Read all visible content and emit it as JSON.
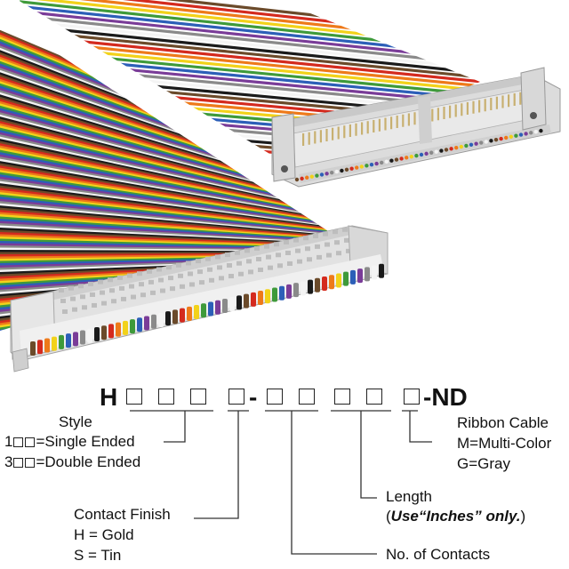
{
  "image": {
    "subject": "ribbon-cable-assembly-icon"
  },
  "part_number": {
    "prefix": "H",
    "dash": "-",
    "suffix": "-ND"
  },
  "style": {
    "title": "Style",
    "option_1_lead": "1",
    "option_1_text": "=Single Ended",
    "option_2_lead": "3",
    "option_2_text": "=Double Ended"
  },
  "contact_finish": {
    "title": "Contact Finish",
    "option_1": "H = Gold",
    "option_2": "S = Tin"
  },
  "contacts": {
    "title": "No. of Contacts"
  },
  "length": {
    "title": "Length",
    "note_open": "(",
    "note_use": "Use",
    "note_inches": "“Inches”",
    "note_only": "only.",
    "note_close": ")"
  },
  "ribbon_cable": {
    "title": "Ribbon Cable",
    "option_1": "M=Multi-Color",
    "option_2": "G=Gray"
  },
  "colors": {
    "wires": [
      "#6b4a2a",
      "#d42a1e",
      "#ee7a1a",
      "#f2d21a",
      "#3e9a3a",
      "#2c5fb8",
      "#7a3c98",
      "#8a8a8a",
      "#f4f4f4",
      "#1a1a1a"
    ],
    "connector": "#e4e4e4",
    "leader": "#333333"
  }
}
